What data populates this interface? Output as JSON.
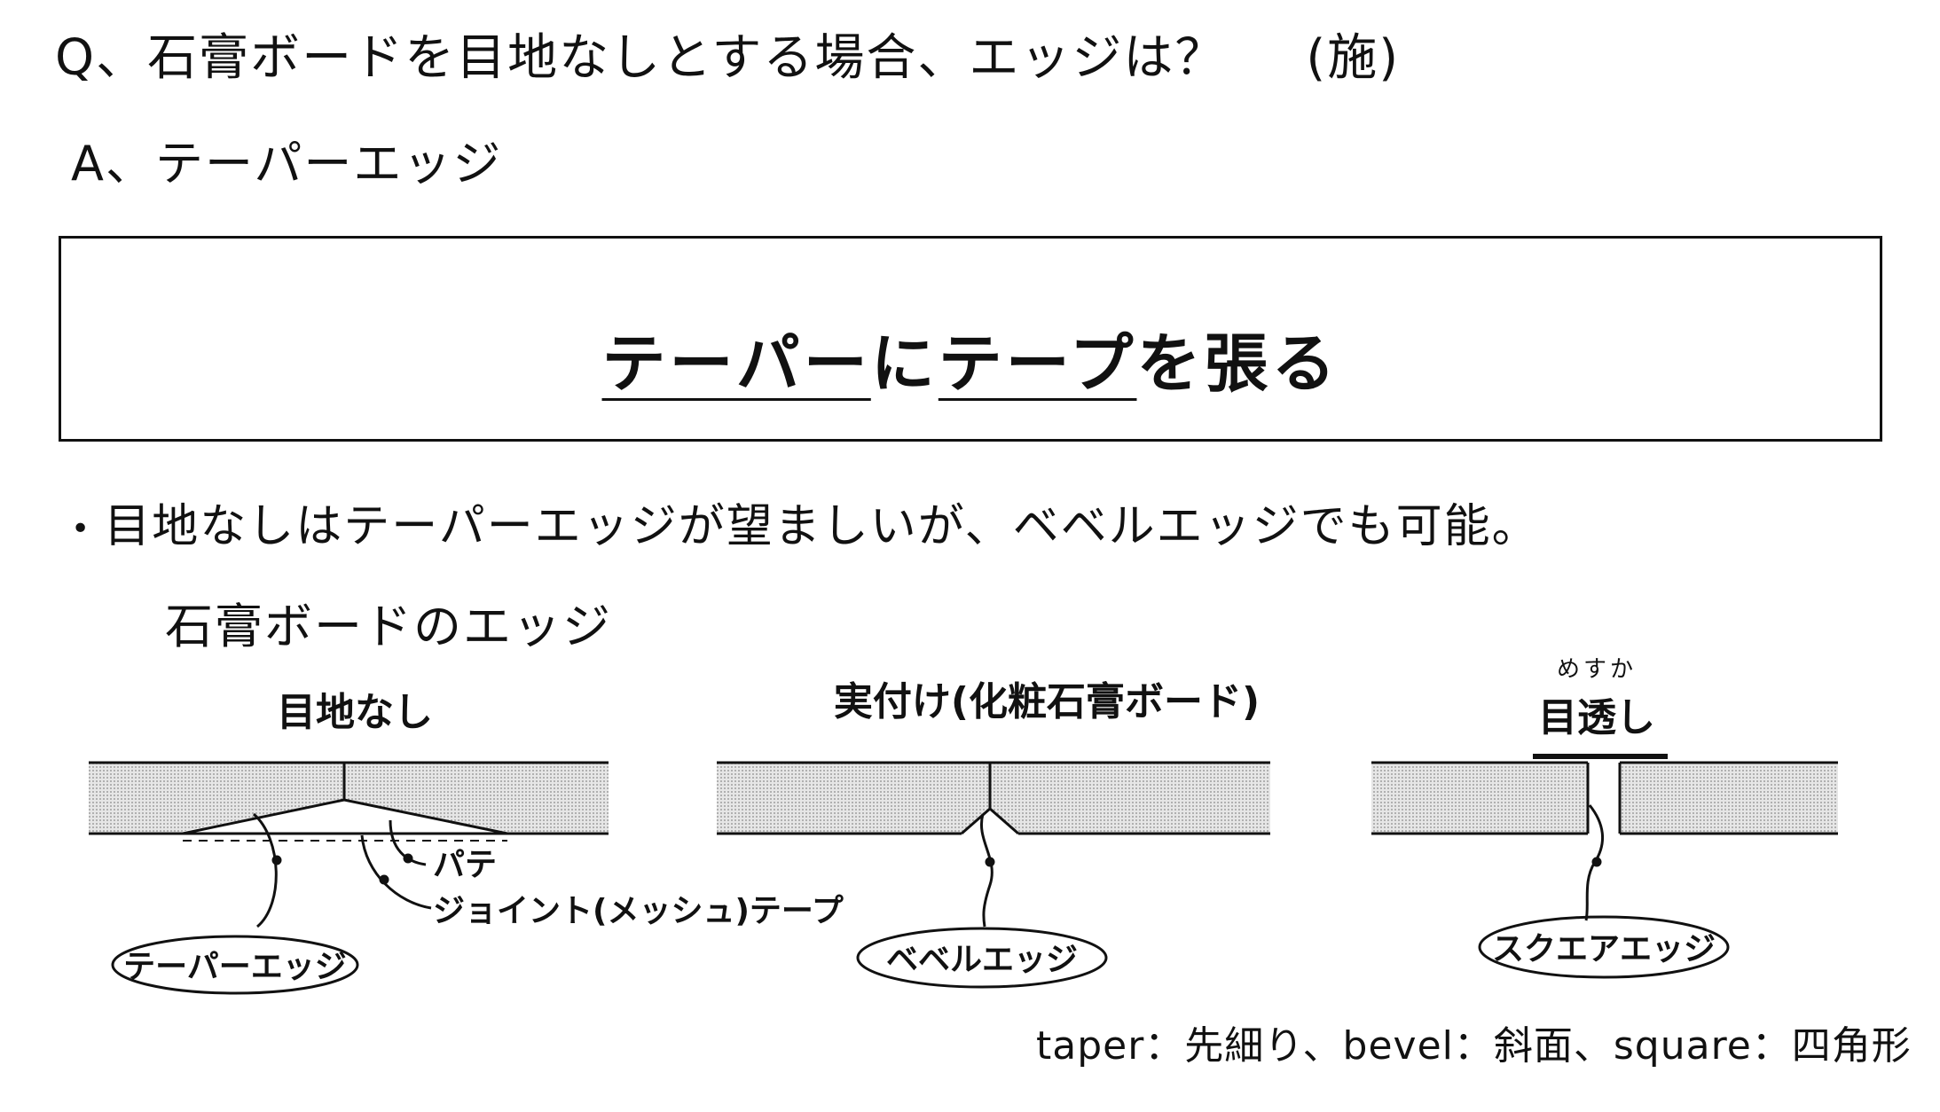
{
  "question": {
    "text": "Q、石膏ボードを目地なしとする場合、エッジは？",
    "category": "(施)"
  },
  "answer": {
    "text": "A、テーパーエッジ"
  },
  "boxed_answer": {
    "part1": "テーパー",
    "part2": "に",
    "part3": "テープ",
    "part4": "を張る"
  },
  "note": {
    "bullet": "•",
    "text": "目地なしはテーパーエッジが望ましいが、ベベルエッジでも可能。"
  },
  "diagram": {
    "title": "石膏ボードのエッジ",
    "panels": [
      {
        "heading": "目地なし",
        "edge_label": "テーパーエッジ",
        "callouts": [
          "パテ",
          "ジョイント(メッシュ)テープ"
        ]
      },
      {
        "heading": "実付け(化粧石膏ボード)",
        "edge_label": "ベベルエッジ"
      },
      {
        "heading": "目透し",
        "heading_ruby": "めすか",
        "edge_label": "スクエアエッジ"
      }
    ]
  },
  "footer": {
    "text": "taper：先細り、bevel：斜面、square：四角形"
  },
  "colors": {
    "ink": "#111111",
    "board_fill": "#d9d9d9"
  }
}
